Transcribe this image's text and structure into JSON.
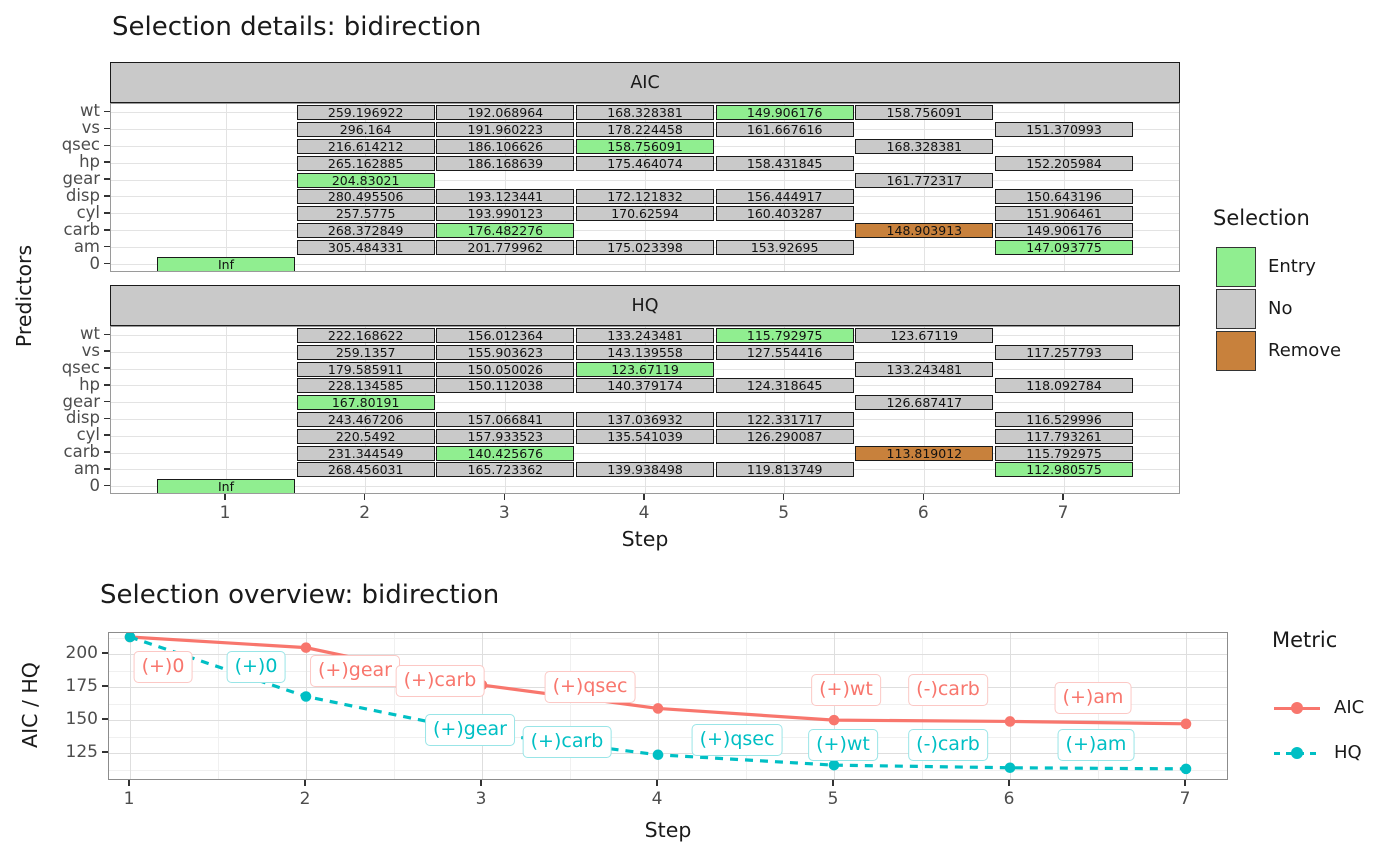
{
  "details": {
    "title": "Selection details: bidirection",
    "y_axis_title": "Predictors",
    "x_axis_title": "Step",
    "legend_title": "Selection"
  },
  "overview": {
    "title": "Selection overview: bidirection",
    "y_axis_title": "AIC / HQ",
    "x_axis_title": "Step",
    "legend_title": "Metric"
  },
  "chart_data": [
    {
      "type": "table",
      "title": "Selection details: bidirection",
      "xlabel": "Step",
      "ylabel": "Predictors",
      "facets": [
        "AIC",
        "HQ"
      ],
      "rows": [
        "wt",
        "vs",
        "qsec",
        "hp",
        "gear",
        "disp",
        "cyl",
        "carb",
        "am",
        "0"
      ],
      "x": [
        1,
        2,
        3,
        4,
        5,
        6,
        7
      ],
      "legend_title": "Selection",
      "statuses": [
        {
          "label": "Entry",
          "color": "#90EE90"
        },
        {
          "label": "No",
          "color": "#C9C9C9"
        },
        {
          "label": "Remove",
          "color": "#C8813C"
        }
      ],
      "cells": {
        "AIC": [
          {
            "row": "0",
            "step": 1,
            "value": "Inf",
            "status": "Entry"
          },
          {
            "row": "wt",
            "step": 2,
            "value": "259.196922",
            "status": "No"
          },
          {
            "row": "vs",
            "step": 2,
            "value": "296.164",
            "status": "No"
          },
          {
            "row": "qsec",
            "step": 2,
            "value": "216.614212",
            "status": "No"
          },
          {
            "row": "hp",
            "step": 2,
            "value": "265.162885",
            "status": "No"
          },
          {
            "row": "gear",
            "step": 2,
            "value": "204.83021",
            "status": "Entry"
          },
          {
            "row": "disp",
            "step": 2,
            "value": "280.495506",
            "status": "No"
          },
          {
            "row": "cyl",
            "step": 2,
            "value": "257.5775",
            "status": "No"
          },
          {
            "row": "carb",
            "step": 2,
            "value": "268.372849",
            "status": "No"
          },
          {
            "row": "am",
            "step": 2,
            "value": "305.484331",
            "status": "No"
          },
          {
            "row": "wt",
            "step": 3,
            "value": "192.068964",
            "status": "No"
          },
          {
            "row": "vs",
            "step": 3,
            "value": "191.960223",
            "status": "No"
          },
          {
            "row": "qsec",
            "step": 3,
            "value": "186.106626",
            "status": "No"
          },
          {
            "row": "hp",
            "step": 3,
            "value": "186.168639",
            "status": "No"
          },
          {
            "row": "disp",
            "step": 3,
            "value": "193.123441",
            "status": "No"
          },
          {
            "row": "cyl",
            "step": 3,
            "value": "193.990123",
            "status": "No"
          },
          {
            "row": "carb",
            "step": 3,
            "value": "176.482276",
            "status": "Entry"
          },
          {
            "row": "am",
            "step": 3,
            "value": "201.779962",
            "status": "No"
          },
          {
            "row": "wt",
            "step": 4,
            "value": "168.328381",
            "status": "No"
          },
          {
            "row": "vs",
            "step": 4,
            "value": "178.224458",
            "status": "No"
          },
          {
            "row": "qsec",
            "step": 4,
            "value": "158.756091",
            "status": "Entry"
          },
          {
            "row": "hp",
            "step": 4,
            "value": "175.464074",
            "status": "No"
          },
          {
            "row": "disp",
            "step": 4,
            "value": "172.121832",
            "status": "No"
          },
          {
            "row": "cyl",
            "step": 4,
            "value": "170.62594",
            "status": "No"
          },
          {
            "row": "am",
            "step": 4,
            "value": "175.023398",
            "status": "No"
          },
          {
            "row": "wt",
            "step": 5,
            "value": "149.906176",
            "status": "Entry"
          },
          {
            "row": "vs",
            "step": 5,
            "value": "161.667616",
            "status": "No"
          },
          {
            "row": "hp",
            "step": 5,
            "value": "158.431845",
            "status": "No"
          },
          {
            "row": "disp",
            "step": 5,
            "value": "156.444917",
            "status": "No"
          },
          {
            "row": "cyl",
            "step": 5,
            "value": "160.403287",
            "status": "No"
          },
          {
            "row": "am",
            "step": 5,
            "value": "153.92695",
            "status": "No"
          },
          {
            "row": "wt",
            "step": 6,
            "value": "158.756091",
            "status": "No"
          },
          {
            "row": "qsec",
            "step": 6,
            "value": "168.328381",
            "status": "No"
          },
          {
            "row": "gear",
            "step": 6,
            "value": "161.772317",
            "status": "No"
          },
          {
            "row": "carb",
            "step": 6,
            "value": "148.903913",
            "status": "Remove"
          },
          {
            "row": "vs",
            "step": 7,
            "value": "151.370993",
            "status": "No"
          },
          {
            "row": "hp",
            "step": 7,
            "value": "152.205984",
            "status": "No"
          },
          {
            "row": "disp",
            "step": 7,
            "value": "150.643196",
            "status": "No"
          },
          {
            "row": "cyl",
            "step": 7,
            "value": "151.906461",
            "status": "No"
          },
          {
            "row": "carb",
            "step": 7,
            "value": "149.906176",
            "status": "No"
          },
          {
            "row": "am",
            "step": 7,
            "value": "147.093775",
            "status": "Entry"
          }
        ],
        "HQ": [
          {
            "row": "0",
            "step": 1,
            "value": "Inf",
            "status": "Entry"
          },
          {
            "row": "wt",
            "step": 2,
            "value": "222.168622",
            "status": "No"
          },
          {
            "row": "vs",
            "step": 2,
            "value": "259.1357",
            "status": "No"
          },
          {
            "row": "qsec",
            "step": 2,
            "value": "179.585911",
            "status": "No"
          },
          {
            "row": "hp",
            "step": 2,
            "value": "228.134585",
            "status": "No"
          },
          {
            "row": "gear",
            "step": 2,
            "value": "167.80191",
            "status": "Entry"
          },
          {
            "row": "disp",
            "step": 2,
            "value": "243.467206",
            "status": "No"
          },
          {
            "row": "cyl",
            "step": 2,
            "value": "220.5492",
            "status": "No"
          },
          {
            "row": "carb",
            "step": 2,
            "value": "231.344549",
            "status": "No"
          },
          {
            "row": "am",
            "step": 2,
            "value": "268.456031",
            "status": "No"
          },
          {
            "row": "wt",
            "step": 3,
            "value": "156.012364",
            "status": "No"
          },
          {
            "row": "vs",
            "step": 3,
            "value": "155.903623",
            "status": "No"
          },
          {
            "row": "qsec",
            "step": 3,
            "value": "150.050026",
            "status": "No"
          },
          {
            "row": "hp",
            "step": 3,
            "value": "150.112038",
            "status": "No"
          },
          {
            "row": "disp",
            "step": 3,
            "value": "157.066841",
            "status": "No"
          },
          {
            "row": "cyl",
            "step": 3,
            "value": "157.933523",
            "status": "No"
          },
          {
            "row": "carb",
            "step": 3,
            "value": "140.425676",
            "status": "Entry"
          },
          {
            "row": "am",
            "step": 3,
            "value": "165.723362",
            "status": "No"
          },
          {
            "row": "wt",
            "step": 4,
            "value": "133.243481",
            "status": "No"
          },
          {
            "row": "vs",
            "step": 4,
            "value": "143.139558",
            "status": "No"
          },
          {
            "row": "qsec",
            "step": 4,
            "value": "123.67119",
            "status": "Entry"
          },
          {
            "row": "hp",
            "step": 4,
            "value": "140.379174",
            "status": "No"
          },
          {
            "row": "disp",
            "step": 4,
            "value": "137.036932",
            "status": "No"
          },
          {
            "row": "cyl",
            "step": 4,
            "value": "135.541039",
            "status": "No"
          },
          {
            "row": "am",
            "step": 4,
            "value": "139.938498",
            "status": "No"
          },
          {
            "row": "wt",
            "step": 5,
            "value": "115.792975",
            "status": "Entry"
          },
          {
            "row": "vs",
            "step": 5,
            "value": "127.554416",
            "status": "No"
          },
          {
            "row": "hp",
            "step": 5,
            "value": "124.318645",
            "status": "No"
          },
          {
            "row": "disp",
            "step": 5,
            "value": "122.331717",
            "status": "No"
          },
          {
            "row": "cyl",
            "step": 5,
            "value": "126.290087",
            "status": "No"
          },
          {
            "row": "am",
            "step": 5,
            "value": "119.813749",
            "status": "No"
          },
          {
            "row": "wt",
            "step": 6,
            "value": "123.67119",
            "status": "No"
          },
          {
            "row": "qsec",
            "step": 6,
            "value": "133.243481",
            "status": "No"
          },
          {
            "row": "gear",
            "step": 6,
            "value": "126.687417",
            "status": "No"
          },
          {
            "row": "carb",
            "step": 6,
            "value": "113.819012",
            "status": "Remove"
          },
          {
            "row": "vs",
            "step": 7,
            "value": "117.257793",
            "status": "No"
          },
          {
            "row": "hp",
            "step": 7,
            "value": "118.092784",
            "status": "No"
          },
          {
            "row": "disp",
            "step": 7,
            "value": "116.529996",
            "status": "No"
          },
          {
            "row": "cyl",
            "step": 7,
            "value": "117.793261",
            "status": "No"
          },
          {
            "row": "carb",
            "step": 7,
            "value": "115.792975",
            "status": "No"
          },
          {
            "row": "am",
            "step": 7,
            "value": "112.980575",
            "status": "Entry"
          }
        ]
      }
    },
    {
      "type": "line",
      "title": "Selection overview: bidirection",
      "xlabel": "Step",
      "ylabel": "AIC / HQ",
      "x": [
        1,
        2,
        3,
        4,
        5,
        6,
        7
      ],
      "yticks": [
        200,
        175,
        150,
        125
      ],
      "ylim": [
        109,
        214
      ],
      "legend_title": "Metric",
      "legend_position": "right",
      "grid": true,
      "series": [
        {
          "name": "AIC",
          "color": "#F8766D",
          "dash": "solid",
          "values": [
            "Inf",
            204.83021,
            176.482276,
            158.756091,
            149.906176,
            148.903913,
            147.093775
          ],
          "point_labels": [
            "(+)0",
            "(+)gear",
            "(+)carb",
            "(+)qsec",
            "(+)wt",
            "(-)carb",
            "(+)am"
          ]
        },
        {
          "name": "HQ",
          "color": "#00BFC4",
          "dash": "dashed",
          "values": [
            "Inf",
            167.80191,
            140.425676,
            123.67119,
            115.792975,
            113.819012,
            112.980575
          ],
          "point_labels": [
            "(+)0",
            "(+)gear",
            "(+)carb",
            "(+)qsec",
            "(+)wt",
            "(-)carb",
            "(+)am"
          ]
        }
      ]
    }
  ]
}
